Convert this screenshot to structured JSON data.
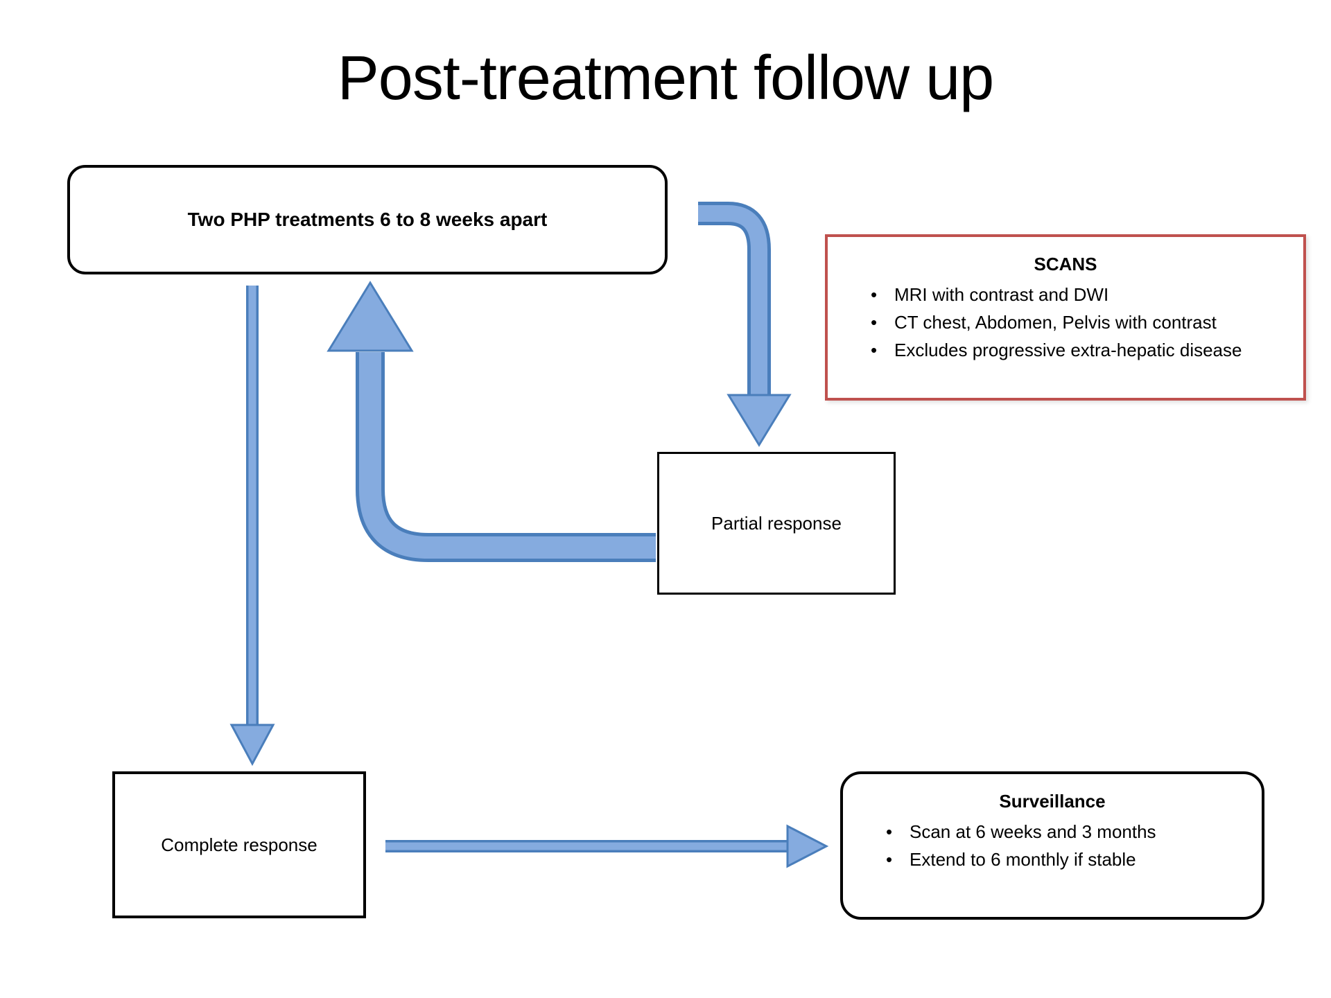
{
  "title": "Post-treatment follow up",
  "nodes": {
    "treatment": {
      "label": "Two PHP treatments 6 to 8 weeks apart"
    },
    "scans": {
      "title": "SCANS",
      "bullets": [
        "MRI with contrast and DWI",
        "CT chest, Abdomen, Pelvis with contrast",
        "Excludes progressive extra-hepatic disease"
      ]
    },
    "partial": {
      "label": "Partial response"
    },
    "complete": {
      "label": "Complete response"
    },
    "surveillance": {
      "title": "Surveillance",
      "bullets": [
        "Scan at 6 weeks and 3 months",
        "Extend to 6 monthly if stable"
      ]
    }
  },
  "edges": [
    {
      "from": "treatment",
      "to": "partial"
    },
    {
      "from": "partial",
      "to": "treatment"
    },
    {
      "from": "treatment",
      "to": "complete"
    },
    {
      "from": "complete",
      "to": "surveillance"
    }
  ],
  "colors": {
    "background": "#ffffff",
    "arrow_core": "#85abdf",
    "arrow_edge": "#4a7ebb",
    "scans_border": "#bf514e",
    "box_border": "#000000",
    "text": "#000000"
  }
}
